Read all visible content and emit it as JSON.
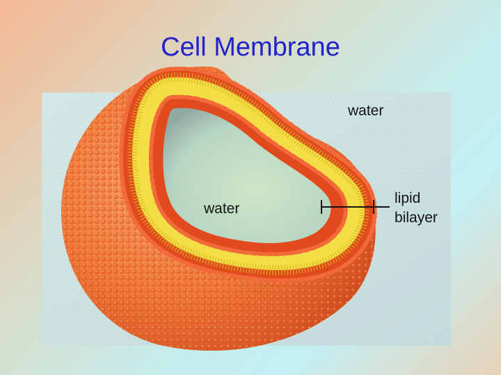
{
  "slide": {
    "title": "Cell Membrane"
  },
  "diagram": {
    "labels": {
      "outer_water": "water",
      "inner_water": "water",
      "lipid_line1": "lipid",
      "lipid_line2": "bilayer"
    }
  },
  "colors": {
    "title": "#2222cc",
    "water_box": "#cfe3e3",
    "lipid_heads": "#e04a1c",
    "lipid_tails": "#f3df45",
    "vesicle_surface": "#f07a3c"
  }
}
